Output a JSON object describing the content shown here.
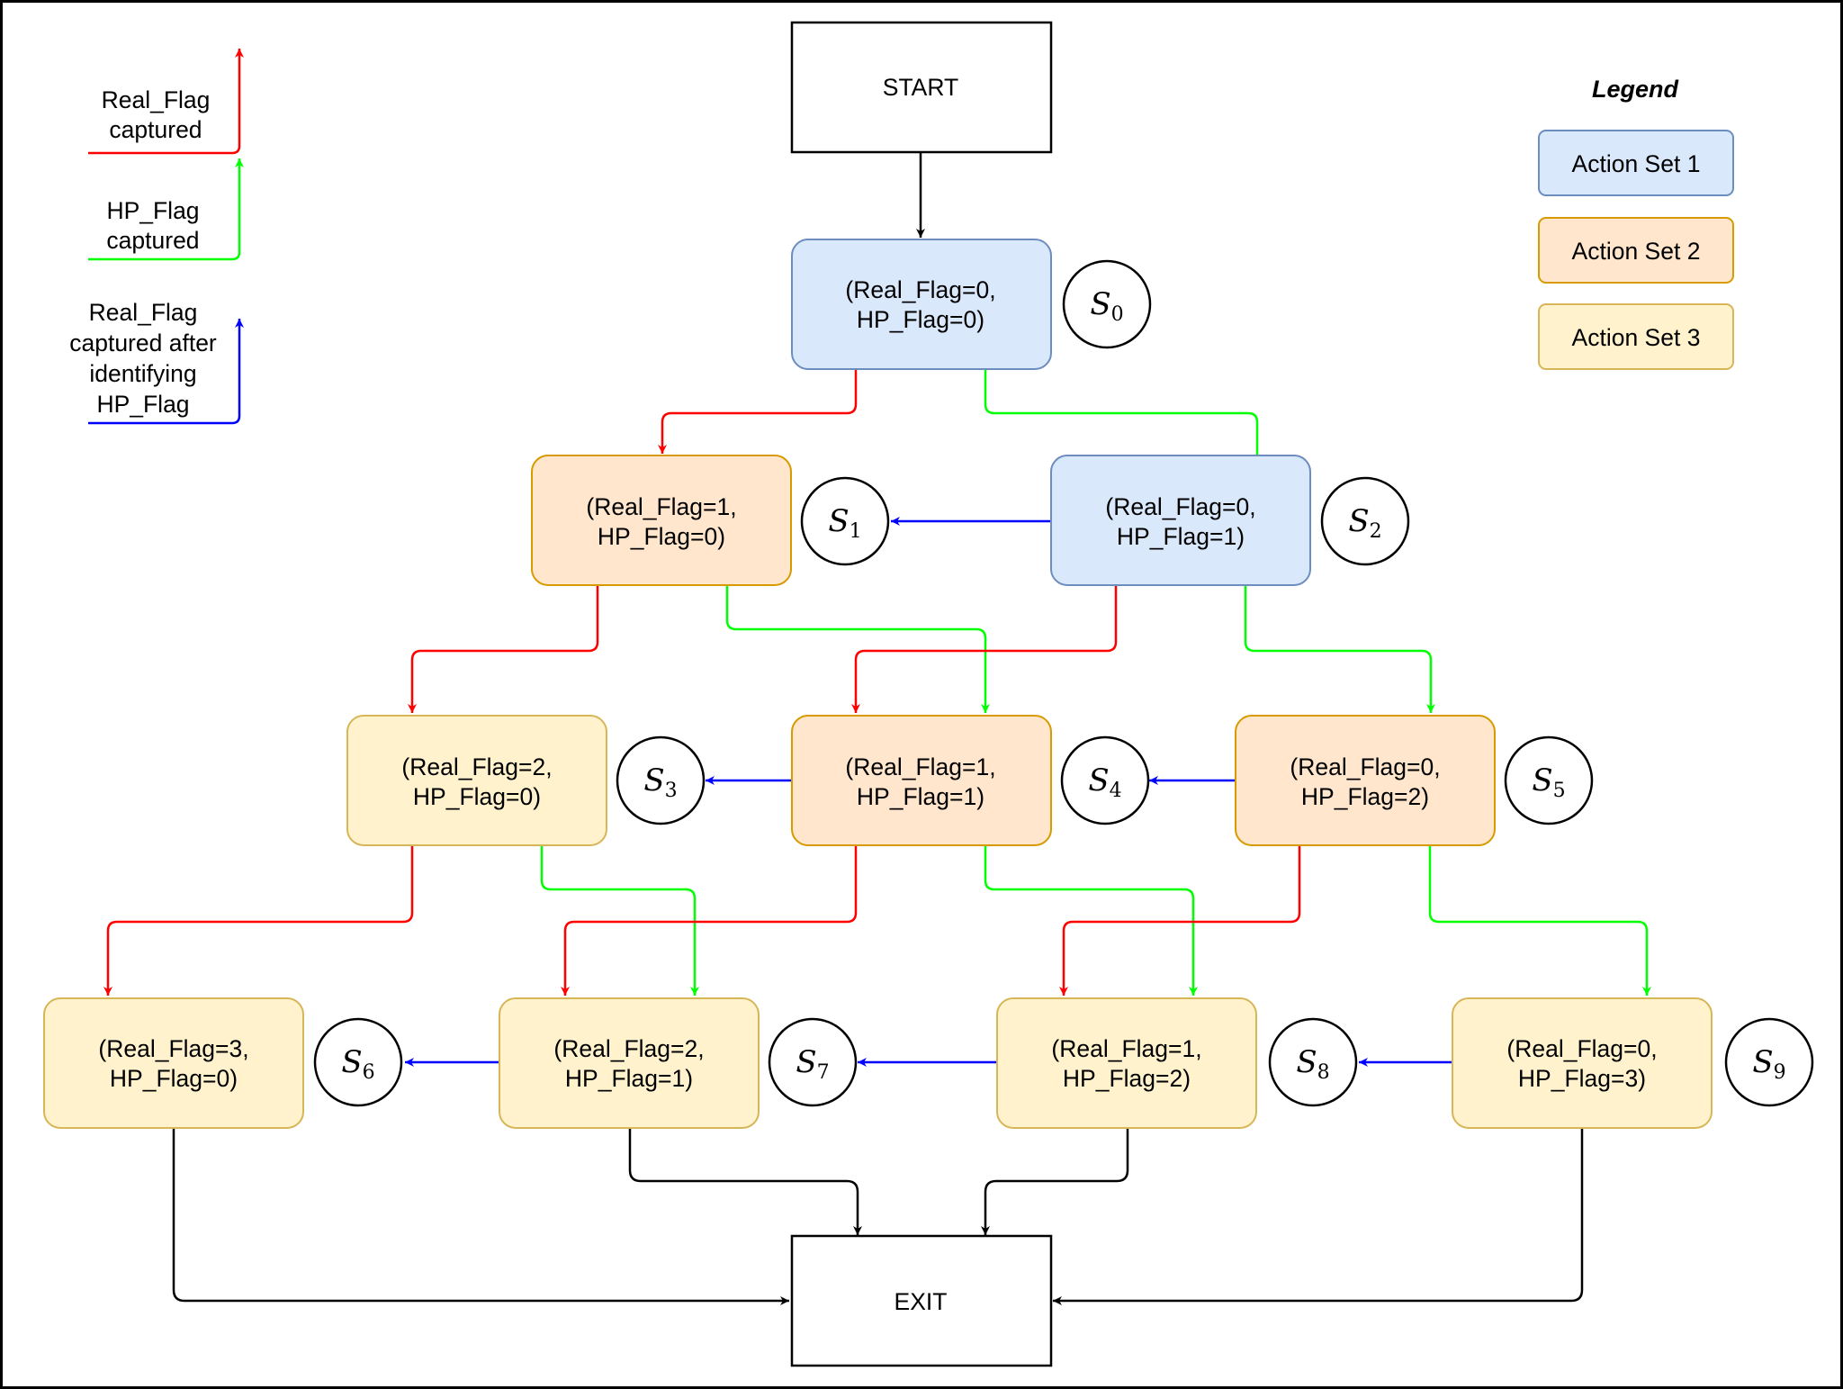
{
  "start_label": "START",
  "exit_label": "EXIT",
  "legend": {
    "title": "Legend",
    "items": [
      {
        "label": "Action Set 1",
        "fill": "#dae8fc",
        "stroke": "#6c8ebf"
      },
      {
        "label": "Action Set 2",
        "fill": "#ffe6cc",
        "stroke": "#d79b00"
      },
      {
        "label": "Action Set 3",
        "fill": "#fff2cc",
        "stroke": "#d6b656"
      }
    ]
  },
  "arrow_legend": [
    {
      "lines": [
        "Real_Flag",
        "captured"
      ],
      "color": "#ff0000"
    },
    {
      "lines": [
        "HP_Flag",
        "captured"
      ],
      "color": "#00ff00"
    },
    {
      "lines": [
        "Real_Flag",
        "captured after",
        "identifying",
        "HP_Flag"
      ],
      "color": "#0000ff"
    }
  ],
  "states": [
    {
      "id": "s0",
      "line1": "(Real_Flag=0,",
      "line2": "HP_Flag=0)",
      "label": "S",
      "sub": "0",
      "set": 1
    },
    {
      "id": "s1",
      "line1": "(Real_Flag=1,",
      "line2": "HP_Flag=0)",
      "label": "S",
      "sub": "1",
      "set": 2
    },
    {
      "id": "s2",
      "line1": "(Real_Flag=0,",
      "line2": "HP_Flag=1)",
      "label": "S",
      "sub": "2",
      "set": 1
    },
    {
      "id": "s3",
      "line1": "(Real_Flag=2,",
      "line2": "HP_Flag=0)",
      "label": "S",
      "sub": "3",
      "set": 3
    },
    {
      "id": "s4",
      "line1": "(Real_Flag=1,",
      "line2": "HP_Flag=1)",
      "label": "S",
      "sub": "4",
      "set": 2
    },
    {
      "id": "s5",
      "line1": "(Real_Flag=0,",
      "line2": "HP_Flag=2)",
      "label": "S",
      "sub": "5",
      "set": 2
    },
    {
      "id": "s6",
      "line1": "(Real_Flag=3,",
      "line2": "HP_Flag=0)",
      "label": "S",
      "sub": "6",
      "set": 3
    },
    {
      "id": "s7",
      "line1": "(Real_Flag=2,",
      "line2": "HP_Flag=1)",
      "label": "S",
      "sub": "7",
      "set": 3
    },
    {
      "id": "s8",
      "line1": "(Real_Flag=1,",
      "line2": "HP_Flag=2)",
      "label": "S",
      "sub": "8",
      "set": 3
    },
    {
      "id": "s9",
      "line1": "(Real_Flag=0,",
      "line2": "HP_Flag=3)",
      "label": "S",
      "sub": "9",
      "set": 3
    }
  ],
  "edges": [
    {
      "from": "start",
      "to": "s0",
      "kind": "flow"
    },
    {
      "from": "s0",
      "to": "s1",
      "kind": "real"
    },
    {
      "from": "s0",
      "to": "s2",
      "kind": "hp"
    },
    {
      "from": "s2",
      "to": "s1",
      "kind": "identify"
    },
    {
      "from": "s1",
      "to": "s3",
      "kind": "real"
    },
    {
      "from": "s1",
      "to": "s4",
      "kind": "hp"
    },
    {
      "from": "s2",
      "to": "s4",
      "kind": "real"
    },
    {
      "from": "s2",
      "to": "s5",
      "kind": "hp"
    },
    {
      "from": "s4",
      "to": "s3",
      "kind": "identify"
    },
    {
      "from": "s5",
      "to": "s4",
      "kind": "identify"
    },
    {
      "from": "s3",
      "to": "s6",
      "kind": "real"
    },
    {
      "from": "s3",
      "to": "s7",
      "kind": "hp"
    },
    {
      "from": "s4",
      "to": "s7",
      "kind": "real"
    },
    {
      "from": "s4",
      "to": "s8",
      "kind": "hp"
    },
    {
      "from": "s5",
      "to": "s8",
      "kind": "real"
    },
    {
      "from": "s5",
      "to": "s9",
      "kind": "hp"
    },
    {
      "from": "s7",
      "to": "s6",
      "kind": "identify"
    },
    {
      "from": "s8",
      "to": "s7",
      "kind": "identify"
    },
    {
      "from": "s9",
      "to": "s8",
      "kind": "identify"
    },
    {
      "from": "s6",
      "to": "exit",
      "kind": "flow"
    },
    {
      "from": "s7",
      "to": "exit",
      "kind": "flow"
    },
    {
      "from": "s8",
      "to": "exit",
      "kind": "flow"
    },
    {
      "from": "s9",
      "to": "exit",
      "kind": "flow"
    }
  ],
  "colors": {
    "real": "#ff0000",
    "hp": "#00ff00",
    "identify": "#0000ff",
    "flow": "#000000"
  }
}
